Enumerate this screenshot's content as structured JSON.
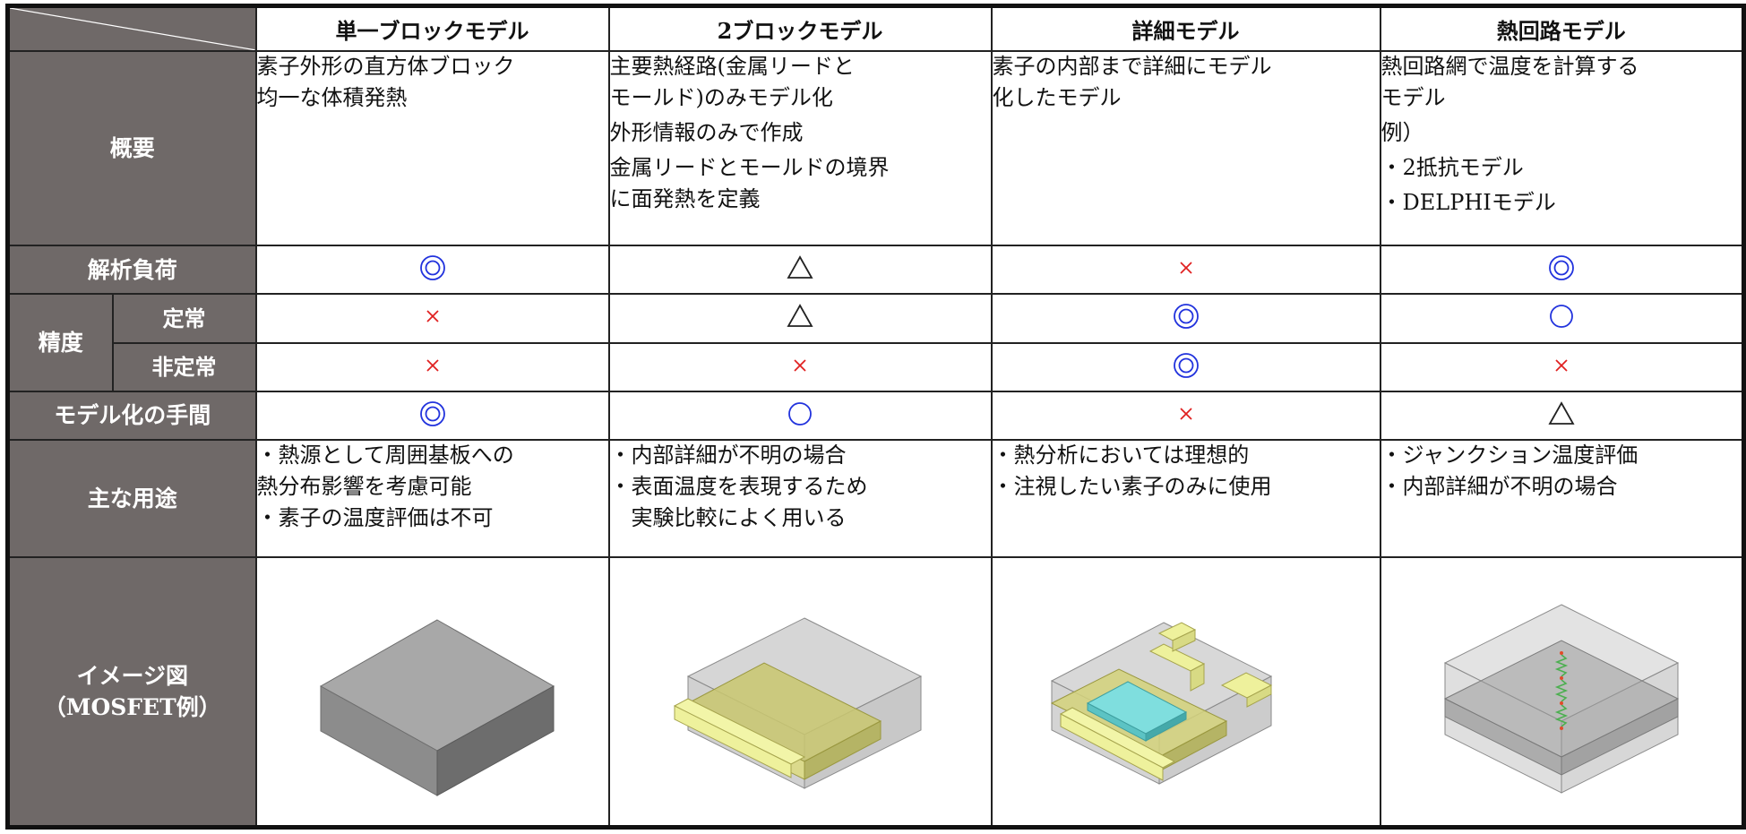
{
  "columns": [
    "単一ブロックモデル",
    "2ブロックモデル",
    "詳細モデル",
    "熱回路モデル"
  ],
  "rows": {
    "overview": {
      "label": "概要",
      "cells": [
        [
          "素子外形の直方体ブロック",
          "均一な体積発熱"
        ],
        [
          "主要熱経路(金属リードと",
          "モールド)のみモデル化",
          "外形情報のみで作成",
          "金属リードとモールドの境界",
          "に面発熱を定義"
        ],
        [
          "素子の内部まで詳細にモデル",
          "化したモデル"
        ],
        [
          "熱回路網で温度を計算する",
          "モデル",
          "例）",
          "・2抵抗モデル",
          "・DELPHIモデル"
        ]
      ]
    },
    "load": {
      "label": "解析負荷",
      "marks": [
        "double-circle",
        "triangle",
        "cross",
        "double-circle"
      ]
    },
    "accuracy": {
      "label": "精度",
      "steady": {
        "label": "定常",
        "marks": [
          "cross",
          "triangle",
          "double-circle",
          "circle"
        ]
      },
      "transient": {
        "label": "非定常",
        "marks": [
          "cross",
          "cross",
          "double-circle",
          "cross"
        ]
      }
    },
    "effort": {
      "label": "モデル化の手間",
      "marks": [
        "double-circle",
        "circle",
        "cross",
        "triangle"
      ]
    },
    "usage": {
      "label": "主な用途",
      "cells": [
        [
          "・熱源として周囲基板への",
          "熱分布影響を考慮可能",
          "・素子の温度評価は不可"
        ],
        [
          "・内部詳細が不明の場合",
          "・表面温度を表現するため",
          "　実験比較によく用いる"
        ],
        [
          "・熱分析においては理想的",
          "・注視したい素子のみに使用"
        ],
        [
          "・ジャンクション温度評価",
          "・内部詳細が不明の場合"
        ]
      ]
    },
    "image": {
      "label_line1": "イメージ図",
      "label_line2": "（MOSFET例）"
    }
  },
  "colors": {
    "header_bg": "#6f6968",
    "mark_blue": "#2233dd",
    "mark_red": "#e02020",
    "mark_black": "#222222",
    "lead_yellow": "#eef3a0",
    "die_cyan": "#8fe3e3",
    "block_gray": "#a6a6a6"
  }
}
